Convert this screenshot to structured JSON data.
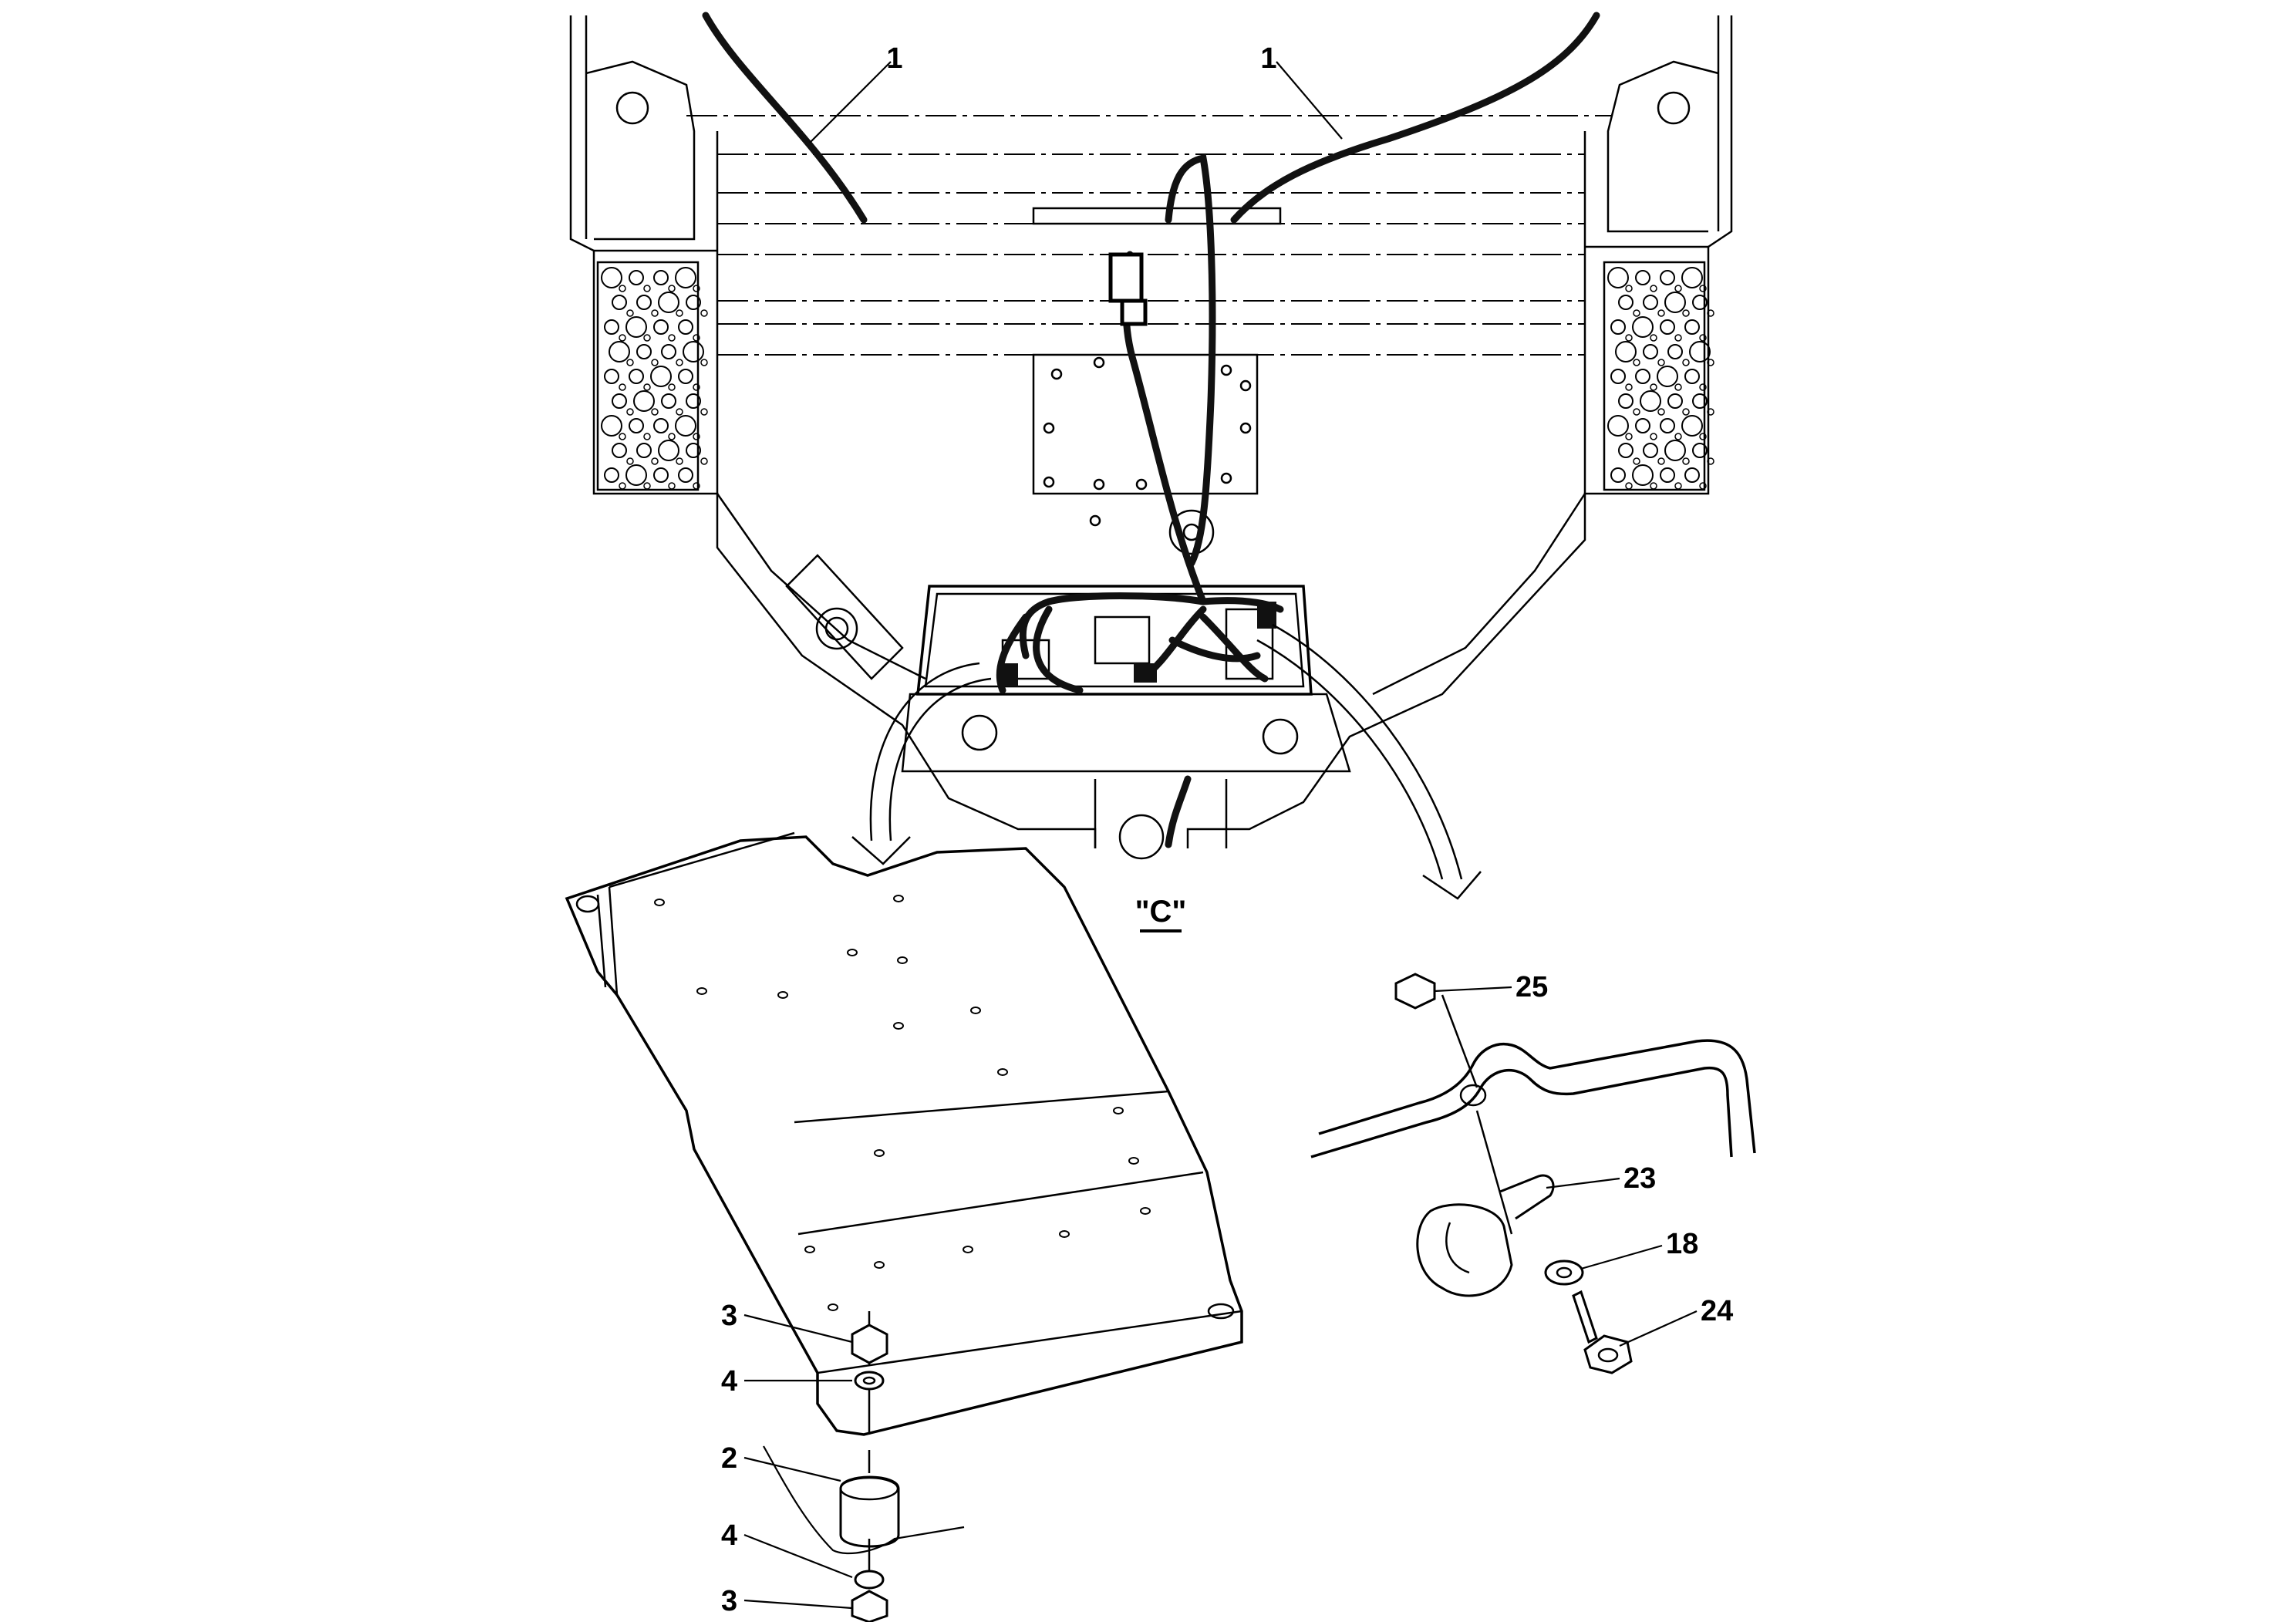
{
  "view_label": "\"C\"",
  "callouts": [
    {
      "id": "cable-left",
      "text": "1"
    },
    {
      "id": "cable-right",
      "text": "1"
    },
    {
      "id": "nut-25",
      "text": "25"
    },
    {
      "id": "clamp-23",
      "text": "23"
    },
    {
      "id": "washer-18",
      "text": "18"
    },
    {
      "id": "bolt-24",
      "text": "24"
    },
    {
      "id": "nut-3-top",
      "text": "3"
    },
    {
      "id": "washer-4-top",
      "text": "4"
    },
    {
      "id": "mount-2",
      "text": "2"
    },
    {
      "id": "washer-4-bottom",
      "text": "4"
    },
    {
      "id": "nut-3-bottom",
      "text": "3"
    }
  ]
}
